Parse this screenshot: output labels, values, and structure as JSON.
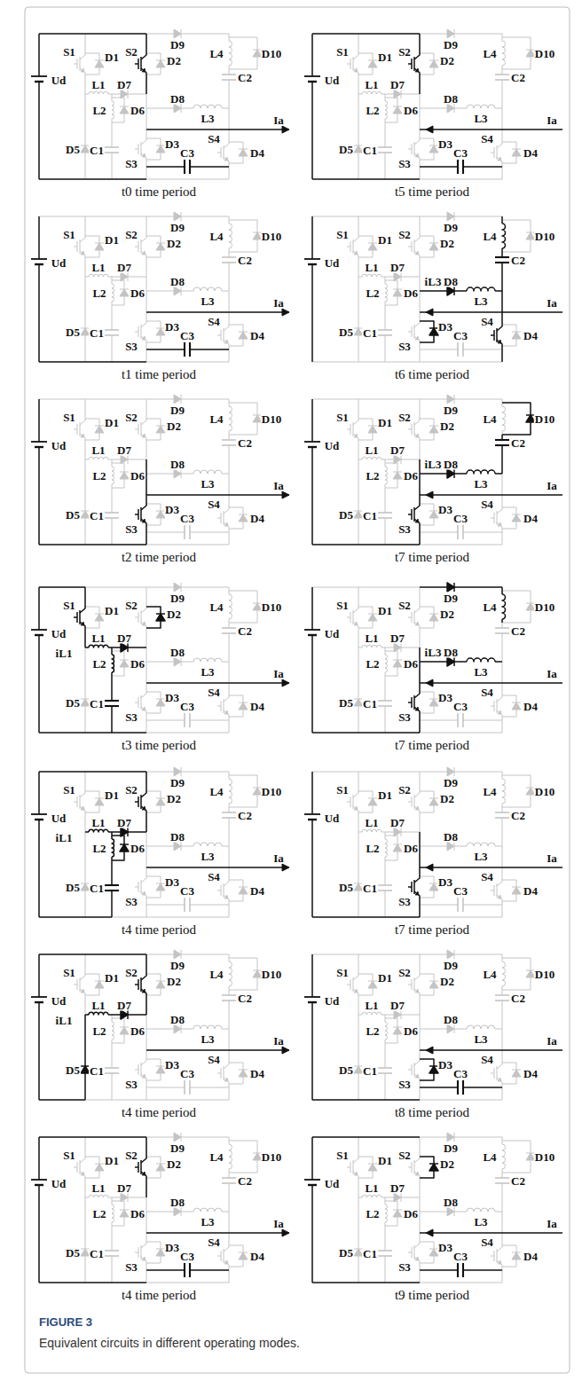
{
  "diagram": {
    "caption": "Equivalent circuits in different operating modes.",
    "nodes": [
      {
        "text": [
          "t0 time period"
        ]
      },
      {
        "text": [
          "t5 time period"
        ]
      },
      {
        "text": [
          "t1 time period"
        ]
      },
      {
        "text": [
          "t6 time period"
        ]
      },
      {
        "text": [
          "t2 time period"
        ]
      },
      {
        "text": [
          "t7 time period"
        ]
      },
      {
        "text": [
          "t3 time period"
        ]
      },
      {
        "text": [
          "t7 time period"
        ]
      },
      {
        "text": [
          "t4 time period"
        ]
      },
      {
        "text": [
          "t7 time period"
        ]
      },
      {
        "text": [
          "t4 time period"
        ]
      },
      {
        "text": [
          "t8 time period"
        ]
      },
      {
        "text": [
          "t4 time period"
        ]
      },
      {
        "text": [
          "t9 time period"
        ]
      }
    ],
    "labels": [
      "S1",
      "D1",
      "S2",
      "D2",
      "D9",
      "L4",
      "D10",
      "Ud",
      "L1",
      "D7",
      "D8",
      "C2",
      "L3",
      "Ia",
      "L2",
      "D6",
      "D5",
      "C1",
      "S3",
      "D3",
      "C3",
      "S4",
      "D4",
      "S1",
      "D1",
      "S2",
      "D2",
      "D9",
      "L4",
      "D10",
      "Ud",
      "L1",
      "D7",
      "D8",
      "C2",
      "L3",
      "Ia",
      "L2",
      "D6",
      "D5",
      "C1",
      "S3",
      "D3",
      "C3",
      "S4",
      "D4",
      "S1",
      "D1",
      "S2",
      "D2",
      "D9",
      "L4",
      "D10",
      "Ud",
      "L1",
      "D7",
      "D8",
      "C2",
      "L3",
      "Ia",
      "L2",
      "D6",
      "D5",
      "C1",
      "S3",
      "D3",
      "C3",
      "S4",
      "D4",
      "S1",
      "D1",
      "S2",
      "D2",
      "D9",
      "L4",
      "D10",
      "Ud",
      "L1",
      "D7",
      "D8",
      "C2",
      "L3",
      "Ia",
      "L2",
      "D6",
      "D5",
      "C1",
      "S3",
      "D3",
      "C3",
      "S4",
      "D4",
      "iL3",
      "S1",
      "D1",
      "S2",
      "D2",
      "D9",
      "L4",
      "D10",
      "Ud",
      "L1",
      "D7",
      "D8",
      "C2",
      "L3",
      "Ia",
      "L2",
      "D6",
      "D5",
      "C1",
      "S3",
      "D3",
      "C3",
      "S4",
      "D4",
      "S1",
      "D1",
      "S2",
      "D2",
      "D9",
      "L4",
      "D10",
      "Ud",
      "L1",
      "D7",
      "D8",
      "C2",
      "L3",
      "Ia",
      "L2",
      "D6",
      "D5",
      "C1",
      "S3",
      "D3",
      "C3",
      "S4",
      "D4",
      "iL3",
      "S1",
      "D1",
      "S2",
      "D2",
      "D9",
      "L4",
      "D10",
      "Ud",
      "L1",
      "D7",
      "D8",
      "C2",
      "L3",
      "Ia",
      "L2",
      "D6",
      "D5",
      "C1",
      "S3",
      "D3",
      "C3",
      "S4",
      "D4",
      "iL1",
      "S1",
      "D1",
      "S2",
      "D2",
      "D9",
      "L4",
      "D10",
      "Ud",
      "L1",
      "D7",
      "D8",
      "C2",
      "L3",
      "Ia",
      "L2",
      "D6",
      "D5",
      "C1",
      "S3",
      "D3",
      "C3",
      "S4",
      "D4",
      "iL3",
      "S1",
      "D1",
      "S2",
      "D2",
      "D9",
      "L4",
      "D10",
      "Ud",
      "L1",
      "D7",
      "D8",
      "C2",
      "L3",
      "Ia",
      "L2",
      "D6",
      "D5",
      "C1",
      "S3",
      "D3",
      "C3",
      "S4",
      "D4",
      "iL1",
      "S1",
      "D1",
      "S2",
      "D2",
      "D9",
      "L4",
      "D10",
      "Ud",
      "L1",
      "D7",
      "D8",
      "C2",
      "L3",
      "Ia",
      "L2",
      "D6",
      "D5",
      "C1",
      "S3",
      "D3",
      "C3",
      "S4",
      "D4",
      "S1",
      "D1",
      "S2",
      "D2",
      "D9",
      "L4",
      "D10",
      "Ud",
      "L1",
      "D7",
      "D8",
      "C2",
      "L3",
      "Ia",
      "L2",
      "D6",
      "D5",
      "C1",
      "S3",
      "D3",
      "C3",
      "S4",
      "D4",
      "iL1",
      "S1",
      "D1",
      "S2",
      "D2",
      "D9",
      "L4",
      "D10",
      "Ud",
      "L1",
      "D7",
      "D8",
      "C2",
      "L3",
      "Ia",
      "L2",
      "D6",
      "D5",
      "C1",
      "S3",
      "D3",
      "C3",
      "S4",
      "D4",
      "S1",
      "D1",
      "S2",
      "D2",
      "D9",
      "L4",
      "D10",
      "Ud",
      "L1",
      "D7",
      "D8",
      "C2",
      "L3",
      "Ia",
      "L2",
      "D6",
      "D5",
      "C1",
      "S3",
      "D3",
      "C3",
      "S4",
      "D4",
      "S1",
      "D1",
      "S2",
      "D2",
      "D9",
      "L4",
      "D10",
      "Ud",
      "L1",
      "D7",
      "D8",
      "C2",
      "L3",
      "Ia",
      "L2",
      "D6",
      "D5",
      "C1",
      "S3",
      "D3",
      "C3",
      "S4",
      "D4",
      "FIGURE 3"
    ]
  }
}
